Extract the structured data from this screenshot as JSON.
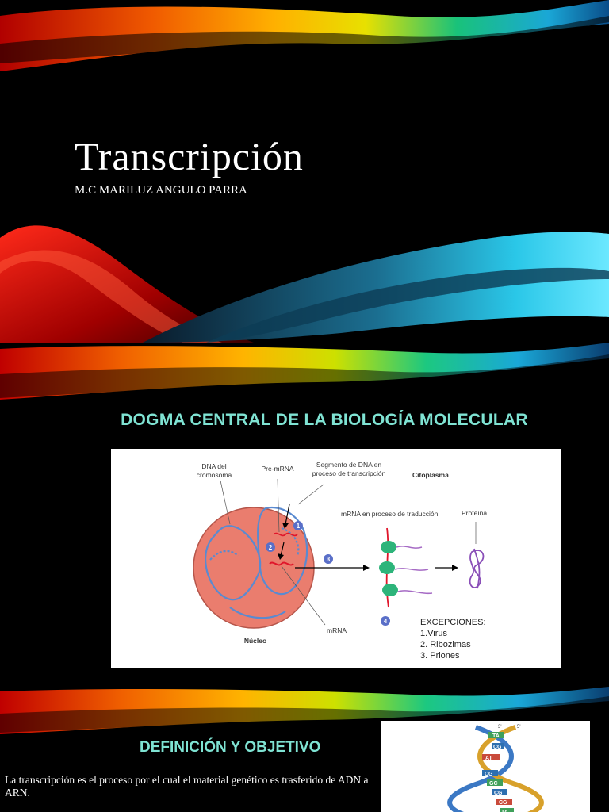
{
  "slide1": {
    "title": "Transcripción",
    "subtitle": "M.C MARILUZ ANGULO PARRA"
  },
  "slide2": {
    "title": "DOGMA CENTRAL DE LA BIOLOGÍA MOLECULAR",
    "figure": {
      "dna_label_line1": "DNA del",
      "dna_label_line2": "cromosoma",
      "premrna_label": "Pre-mRNA",
      "segment_label_line1": "Segmento de DNA en",
      "segment_label_line2": "proceso de transcripción",
      "cytoplasm_label": "Citoplasma",
      "translation_label": "mRNA en proceso de traducción",
      "protein_label": "Proteína",
      "nucleus_label": "Núcleo",
      "mrna_label": "mRNA",
      "step1": "1",
      "step2": "2",
      "step3": "3",
      "step4": "4",
      "exceptions_title": "EXCEPCIONES:",
      "exceptions": [
        "1.Virus",
        "2. Ribozimas",
        "3. Priones"
      ]
    }
  },
  "slide3": {
    "title": "DEFINICIÓN Y OBJETIVO",
    "body": "La transcripción es el proceso por el cual el material genético es  trasferido de ADN a ARN.",
    "dna_strand_labels": {
      "top3": "3'",
      "top5": "5'",
      "pairs": [
        "TA",
        "CG",
        "AT",
        "CG",
        "GC",
        "CG",
        "CG",
        "TA"
      ]
    }
  },
  "colors": {
    "accent_teal": "#7fe3d3",
    "background": "#000000",
    "nucleus_fill": "#ea7d6e"
  }
}
